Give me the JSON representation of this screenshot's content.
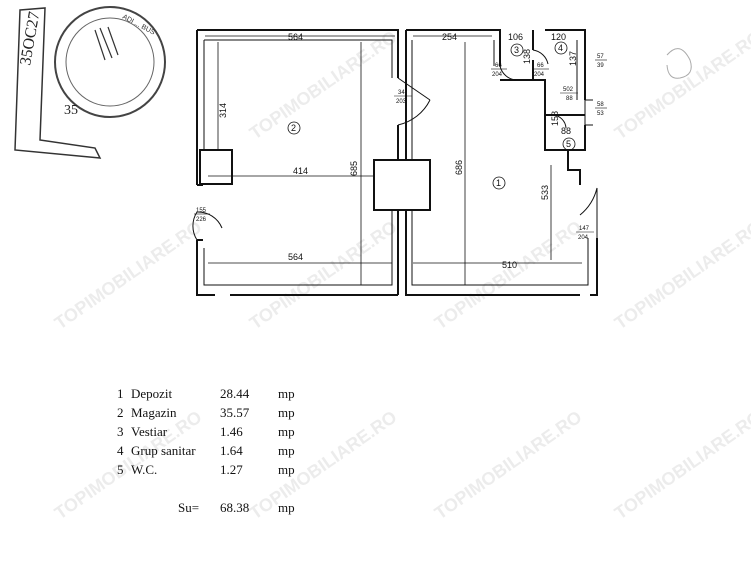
{
  "stamp": {
    "ref_number": "35OC27",
    "note": "35",
    "ring_text": "ADI ... BUS"
  },
  "plan": {
    "dims": {
      "top_left_width": "564",
      "top_mid_width": "254",
      "top_small_1": "106",
      "top_small_2": "120",
      "left_height": "314",
      "mid_width": "414",
      "height_685": "685",
      "height_686": "686",
      "height_533": "533",
      "bottom_left_width": "564",
      "bottom_right_width": "510",
      "small_138": "138",
      "small_137": "137",
      "small_158": "158",
      "small_88": "88"
    },
    "door_labels": {
      "left_door_top": "155",
      "left_door_bottom": "226",
      "mid_door_top": "34",
      "mid_door_bottom": "203",
      "right_door_top": "147",
      "right_door_bottom": "204",
      "d3_top": "66",
      "d3_bottom": "204",
      "d4_top": "66",
      "d4_bottom": "204",
      "d5_top": "502",
      "d5_bottom": "88",
      "win1_top": "57",
      "win1_bottom": "39",
      "win2_top": "58",
      "win2_bottom": "53"
    },
    "room_numbers": {
      "r1": "1",
      "r2": "2",
      "r3": "3",
      "r4": "4",
      "r5": "5"
    },
    "watermark": "TOPIMOBILIARE.RO"
  },
  "legend": {
    "rooms": [
      {
        "no": "1",
        "name": "Depozit",
        "area": "28.44",
        "unit": "mp"
      },
      {
        "no": "2",
        "name": "Magazin",
        "area": "35.57",
        "unit": "mp"
      },
      {
        "no": "3",
        "name": "Vestiar",
        "area": "1.46",
        "unit": "mp"
      },
      {
        "no": "4",
        "name": "Grup sanitar",
        "area": "1.64",
        "unit": "mp"
      },
      {
        "no": "5",
        "name": "W.C.",
        "area": "1.27",
        "unit": "mp"
      }
    ],
    "total_label": "Su=",
    "total_area": "68.38",
    "total_unit": "mp"
  }
}
